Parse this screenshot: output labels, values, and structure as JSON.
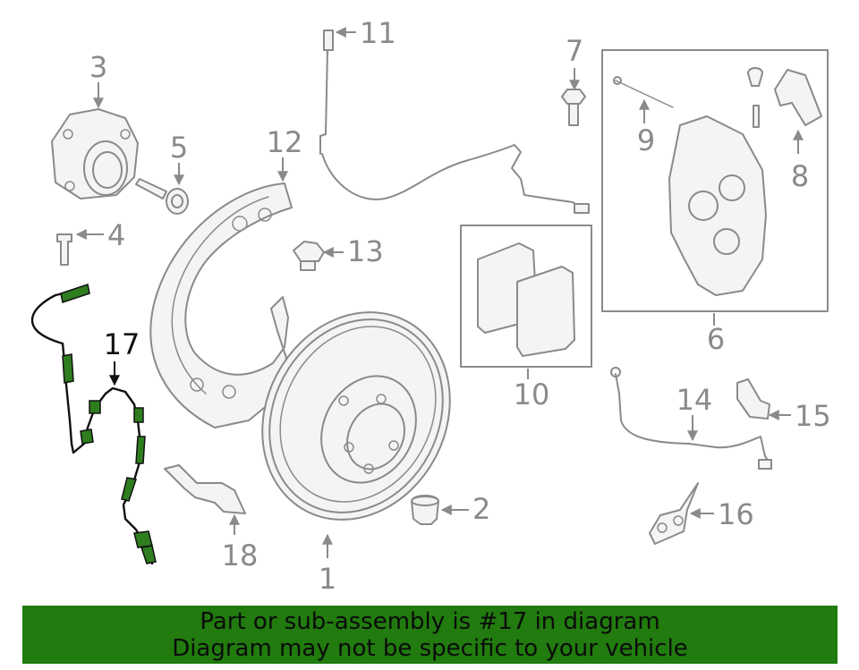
{
  "diagram": {
    "callouts": [
      {
        "id": "1",
        "label": "1"
      },
      {
        "id": "2",
        "label": "2"
      },
      {
        "id": "3",
        "label": "3"
      },
      {
        "id": "4",
        "label": "4"
      },
      {
        "id": "5",
        "label": "5"
      },
      {
        "id": "6",
        "label": "6"
      },
      {
        "id": "7",
        "label": "7"
      },
      {
        "id": "8",
        "label": "8"
      },
      {
        "id": "9",
        "label": "9"
      },
      {
        "id": "10",
        "label": "10"
      },
      {
        "id": "11",
        "label": "11"
      },
      {
        "id": "12",
        "label": "12"
      },
      {
        "id": "13",
        "label": "13"
      },
      {
        "id": "14",
        "label": "14"
      },
      {
        "id": "15",
        "label": "15"
      },
      {
        "id": "16",
        "label": "16"
      },
      {
        "id": "17",
        "label": "17"
      },
      {
        "id": "18",
        "label": "18"
      }
    ],
    "highlighted_part": "17",
    "colors": {
      "line": "#8a8a8a",
      "highlight": "#2e7d1f",
      "banner": "#217b0e"
    }
  },
  "banner": {
    "line1": "Part or sub-assembly is #17 in diagram",
    "line2": "Diagram may not be specific to your vehicle"
  }
}
